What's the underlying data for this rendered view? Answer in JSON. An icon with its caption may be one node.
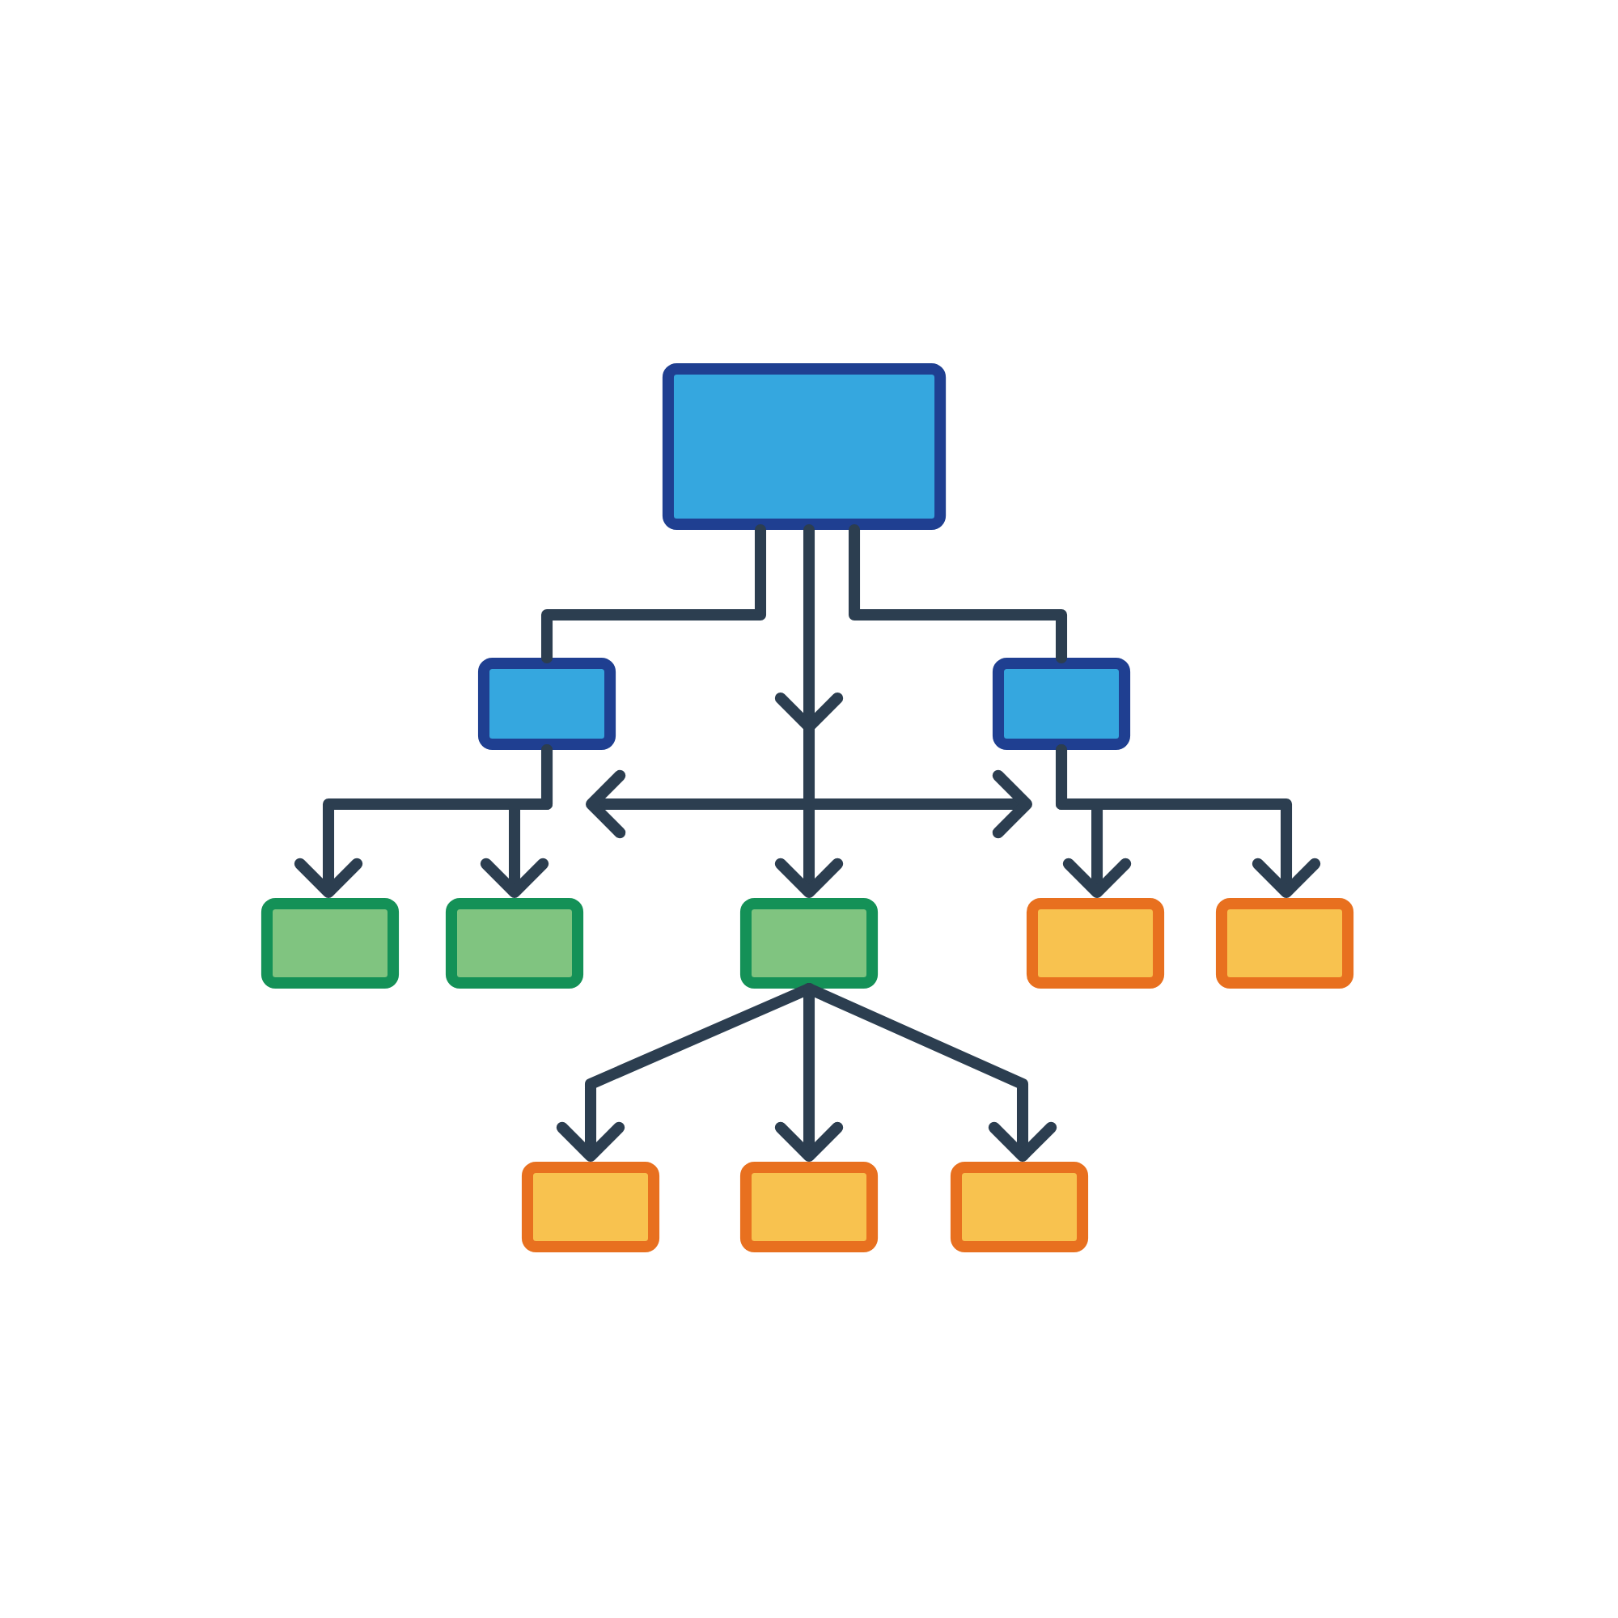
{
  "diagram": {
    "nodes": [
      {
        "text": [],
        "shape": "box"
      },
      {
        "text": [],
        "shape": "box"
      },
      {
        "text": [],
        "shape": "box"
      },
      {
        "text": [],
        "shape": "box"
      },
      {
        "text": [],
        "shape": "box"
      },
      {
        "text": [],
        "shape": "box"
      },
      {
        "text": [],
        "shape": "box"
      },
      {
        "text": [],
        "shape": "box"
      },
      {
        "text": [],
        "shape": "box"
      },
      {
        "text": [],
        "shape": "box"
      },
      {
        "text": [],
        "shape": "box"
      }
    ],
    "edges": [
      {
        "from": 0,
        "to": 1,
        "arrow": "none"
      },
      {
        "from": 0,
        "to": 2,
        "arrow": "none"
      },
      {
        "from": 0,
        "to": 5,
        "arrow": "to"
      },
      {
        "from": 1,
        "to": 3,
        "arrow": "to"
      },
      {
        "from": 1,
        "to": 4,
        "arrow": "to"
      },
      {
        "from": 2,
        "to": 6,
        "arrow": "to"
      },
      {
        "from": 2,
        "to": 7,
        "arrow": "to"
      },
      {
        "from": 5,
        "to": 8,
        "arrow": "to"
      },
      {
        "from": 5,
        "to": 9,
        "arrow": "to"
      },
      {
        "from": 5,
        "to": 10,
        "arrow": "to"
      }
    ]
  }
}
